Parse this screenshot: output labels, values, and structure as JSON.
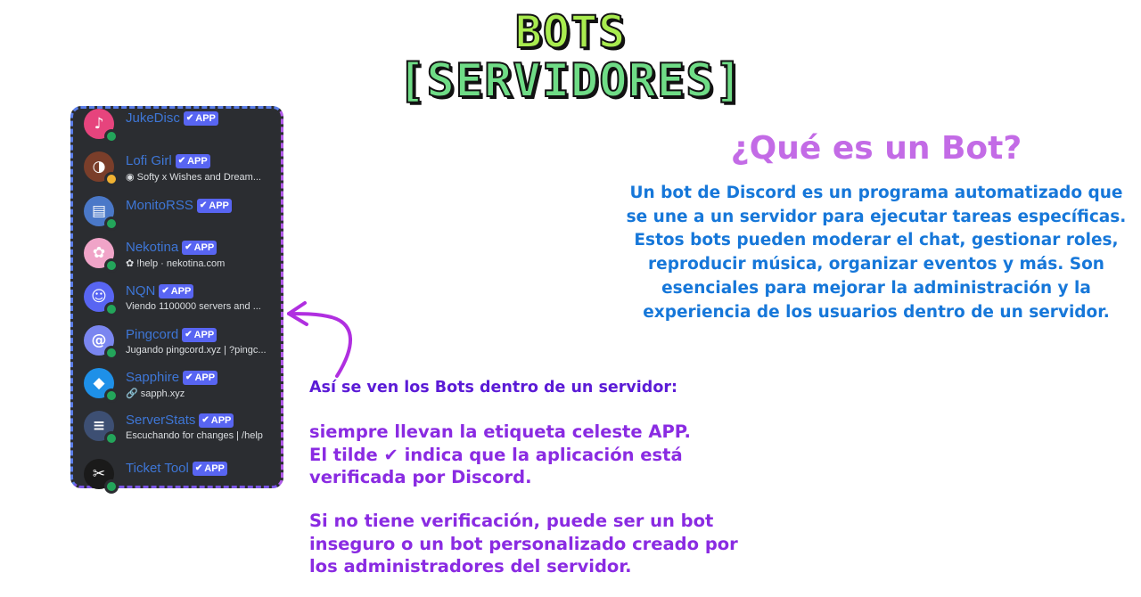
{
  "title": {
    "line1": "BOTS",
    "line2": "[SERVIDORES]"
  },
  "app_tag": "APP",
  "members": [
    {
      "name": "JukeDisc",
      "activity": "",
      "activity_icon": "",
      "avatar_bg": "#e6447d",
      "avatar_glyph": "♪",
      "status": "online"
    },
    {
      "name": "Lofi Girl",
      "activity": "Softy x Wishes and Dream...",
      "activity_icon": "◉",
      "avatar_bg": "#7a3e2a",
      "avatar_glyph": "◑",
      "status": "idle"
    },
    {
      "name": "MonitoRSS",
      "activity": "",
      "activity_icon": "",
      "avatar_bg": "#4a78c8",
      "avatar_glyph": "▤",
      "status": "online"
    },
    {
      "name": "Nekotina",
      "activity": "!help · nekotina.com",
      "activity_icon": "✿",
      "avatar_bg": "#f0a4c8",
      "avatar_glyph": "✿",
      "status": "online"
    },
    {
      "name": "NQN",
      "activity": "Viendo 1100000 servers and ...",
      "activity_icon": "",
      "avatar_bg": "#5865f2",
      "avatar_glyph": "☺",
      "status": "online"
    },
    {
      "name": "Pingcord",
      "activity": "Jugando pingcord.xyz | ?pingc...",
      "activity_icon": "",
      "avatar_bg": "#7a86f0",
      "avatar_glyph": "@",
      "status": "online"
    },
    {
      "name": "Sapphire",
      "activity": "sapph.xyz",
      "activity_icon": "🔗",
      "avatar_bg": "#1e90e8",
      "avatar_glyph": "◆",
      "status": "online"
    },
    {
      "name": "ServerStats",
      "activity": "Escuchando for changes | /help",
      "activity_icon": "",
      "avatar_bg": "#3d4f73",
      "avatar_glyph": "≡",
      "status": "online"
    },
    {
      "name": "Ticket Tool",
      "activity": "",
      "activity_icon": "",
      "avatar_bg": "#1a1a1a",
      "avatar_glyph": "✂",
      "status": "online"
    }
  ],
  "explainer": {
    "title": "¿Qué es un Bot?",
    "body": "Un bot de Discord es un programa automatizado que se une a un servidor para ejecutar tareas específicas. Estos bots pueden moderar el chat, gestionar roles, reproducir música, organizar eventos y más. Son esenciales para mejorar la administración y la experiencia de los usuarios dentro de un servidor."
  },
  "notes": {
    "heading": "Así se ven los Bots dentro de un servidor:",
    "para1": "siempre llevan la etiqueta celeste APP.\nEl tilde ✔ indica que la aplicación está\nverificada por Discord.",
    "para2": "Si no tiene verificación, puede ser un bot\ninseguro o un bot personalizado creado por\nlos administradores del servidor."
  },
  "colors": {
    "panel_bg": "#2b2d31",
    "member_name": "#3e76d6",
    "app_tag": "#5865f2",
    "online": "#23a55a",
    "title_green": "#9be84a",
    "question_purple": "#c36be6",
    "body_blue": "#1677d9",
    "notes_purple": "#8a2be2"
  }
}
